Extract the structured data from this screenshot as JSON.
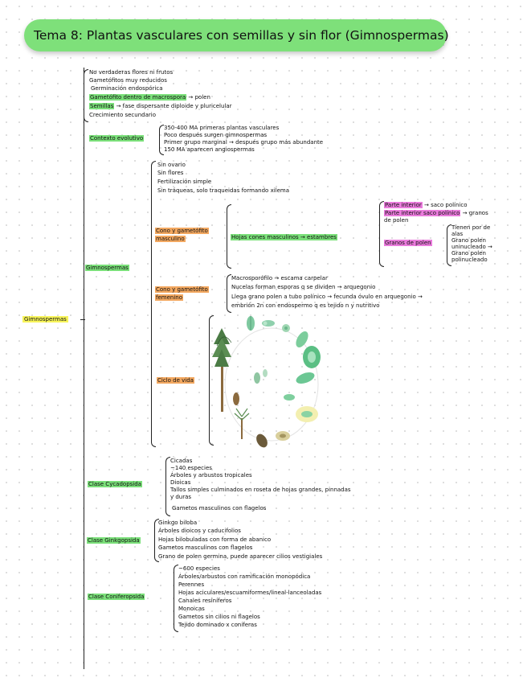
{
  "title": "Tema 8: Plantas vasculares con semillas y sin flor (Gimnospermas)",
  "root": "Gimnospermas",
  "intro": [
    "No verdaderas flores ni frutos",
    "Gametófitos muy reducidos",
    "Germinación endospórica",
    "Gametófito dentro de macrospora → polen",
    "Semillas → fase dispersante diploide y pluricelular",
    "Crecimiento secundario"
  ],
  "intro_hl": {
    "g1": "Gametófito dentro de macrospora",
    "g1_rest": " → polen",
    "g2": "Semillas",
    "g2_rest": " → fase dispersante diploide y pluricelular"
  },
  "contexto": {
    "label": "Contexto evolutivo",
    "items": [
      "350-400 MA primeras plantas vasculares",
      "Poco después surgen gimnospermas",
      "Primer grupo marginal → después grupo más abundante",
      "150 MA aparecen angiospermas"
    ]
  },
  "gimno": {
    "label": "Gimnospermas",
    "general": [
      "Sin ovario",
      "Sin flores",
      "Fertilización simple",
      "Sin tráqueas, solo traqueidas formando xilema"
    ],
    "masc": {
      "label_1": "Cono y gametófito",
      "label_2": "masculino",
      "hojas": "Hojas cones masculinos → estambres",
      "parte_ext": "Parte interior",
      "parte_ext_rest": " → saco polínico",
      "parte_int": "Parte interior saco polínico",
      "parte_int_rest": " → granos",
      "parte_int_rest2": "de polen",
      "granos": "Granos de polen",
      "granos_items": [
        "Tienen por de",
        "alas",
        "Grano polen",
        "uninucleado →",
        "Grano polen",
        "polinucleado"
      ]
    },
    "fem": {
      "label_1": "Cono y gametófito",
      "label_2": "femenino",
      "items": [
        "Macrosporófilo → escama carpelar",
        "Nucelas forman esporas q se dividen → arquegonio",
        "Llega grano polen a tubo polínico → fecunda óvulo en arquegonio →",
        "embrión 2n con endospermo q es tejido n y nutritivo"
      ]
    },
    "ciclo": "Ciclo de vida"
  },
  "cycadop": {
    "label": "Clase Cycadopsida",
    "items": [
      "Cicadas",
      "~140 especies",
      "Árboles y arbustos tropicales",
      "Dioicas",
      "Tallos simples culminados en roseta de hojas grandes, pinnadas",
      "y duras",
      "Gametos masculinos con flagelos"
    ]
  },
  "ginkgop": {
    "label": "Clase Ginkgopsida",
    "items": [
      "Ginkgo biloba",
      "Árboles dioicos y caducifolios",
      "Hojas bilobuladas con forma de abanico",
      "Gametos masculinos con flagelos",
      "Grano de polen germina, puede aparecer cilios vestigiales"
    ]
  },
  "conifer": {
    "label": "Clase Coniferopsida",
    "items": [
      "~600 especies",
      "Árboles/arbustos con ramificación monopódica",
      "Perennes",
      "Hojas aciculares/escuamiformes/lineal-lanceoladas",
      "Canales resiníferos",
      "Monoicas",
      "Gametos sin cilios ni flagelos",
      "Tejido dominado x coníferas"
    ]
  },
  "colors": {
    "title_bg": "#7ee07a",
    "green_hl": "#7be07a",
    "yellow_hl": "#f7f45a",
    "orange_hl": "#f3a860",
    "pink_hl": "#ea7bdc"
  }
}
